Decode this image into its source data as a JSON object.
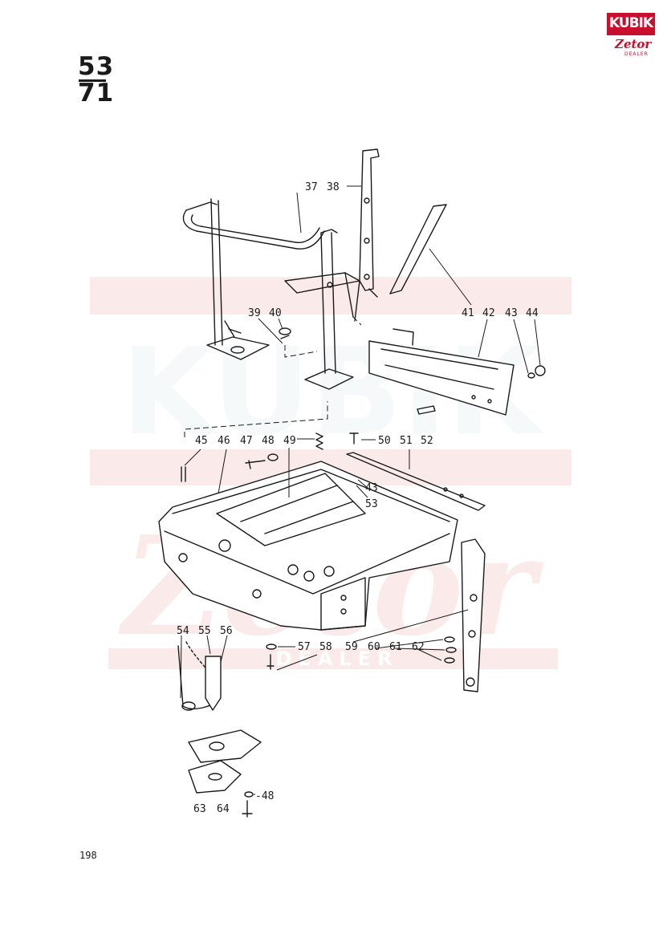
{
  "header": {
    "section_top": "53",
    "section_bottom": "71"
  },
  "logo": {
    "brand": "KUBIK",
    "sub": "Zetor",
    "small": "DEALER"
  },
  "watermark": {
    "brand": "KUBIK",
    "sub": "Zetor",
    "small": "DEALER",
    "color": "#e8a0a0"
  },
  "page_number": "198",
  "callouts": {
    "c37": "37",
    "c38": "38",
    "c39": "39",
    "c40": "40",
    "c41": "41",
    "c42": "42",
    "c43a": "43",
    "c44": "44",
    "c45": "45",
    "c46": "46",
    "c47": "47",
    "c48a": "48",
    "c49": "49",
    "c50": "50",
    "c51": "51",
    "c52": "52",
    "c43b": "43",
    "c53": "53",
    "c54": "54",
    "c55": "55",
    "c56": "56",
    "c57": "57",
    "c58": "58",
    "c59": "59",
    "c60": "60",
    "c61": "61",
    "c62": "62",
    "c63": "63",
    "c64": "64",
    "c48b": "-48"
  }
}
